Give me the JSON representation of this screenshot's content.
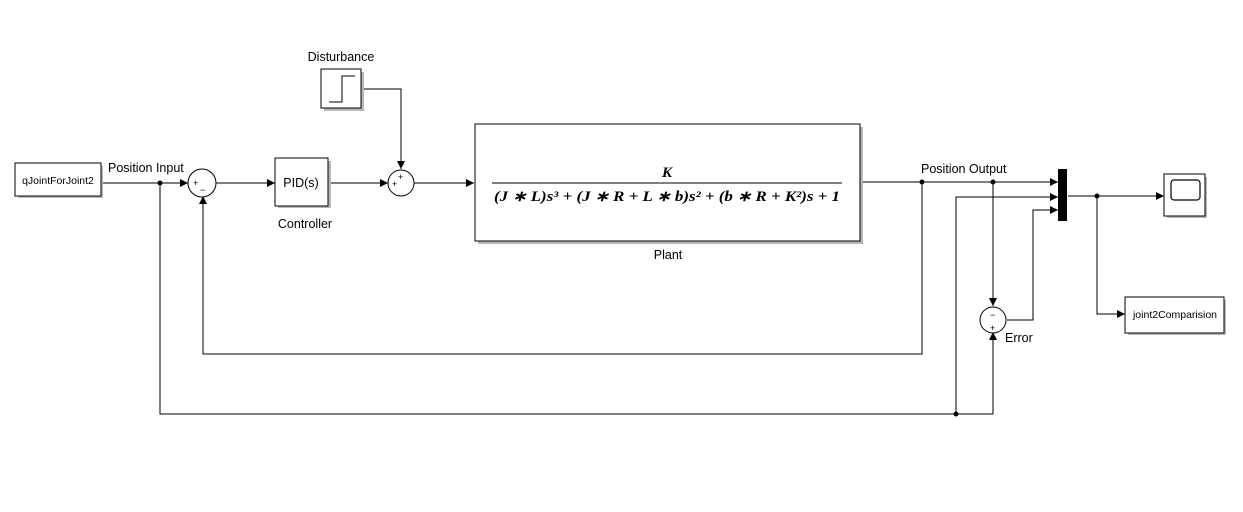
{
  "blocks": {
    "source_label": "qJointForJoint2",
    "controller_label": "PID(s)",
    "controller_caption": "Controller",
    "disturbance_caption": "Disturbance",
    "plant_caption": "Plant",
    "plant_numerator": "K",
    "plant_denominator": "(J ∗ L)s³ + (J ∗ R + L ∗ b)s² + (b ∗ R + K²)s + 1",
    "sink_label": "joint2Comparision"
  },
  "signals": {
    "position_input": "Position Input",
    "position_output": "Position Output",
    "error": "Error"
  },
  "sum_signs": {
    "feedback_plus": "+",
    "feedback_minus": "−",
    "disturbance_plus_top": "+",
    "disturbance_plus_left": "+",
    "error_minus": "−",
    "error_plus": "+"
  }
}
